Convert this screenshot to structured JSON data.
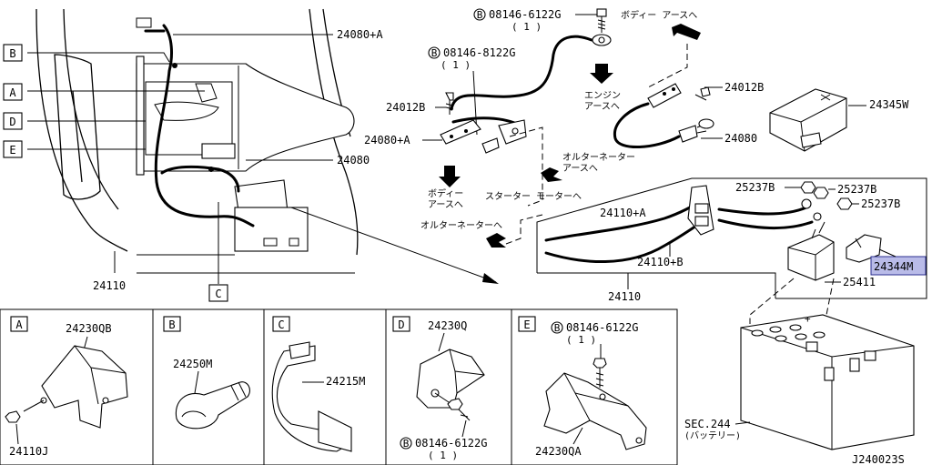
{
  "diagram_code": "J240023S",
  "box_letters": [
    "A",
    "B",
    "C",
    "D",
    "E"
  ],
  "parts": {
    "p24080a_top": "24080+A",
    "p24080": "24080",
    "p24110_left": "24110",
    "bolt_top": "08146-6122G",
    "bolt_top_qty": "( 1 )",
    "bolt_mid": "08146-8122G",
    "bolt_mid_qty": "( 1 )",
    "p24012b_left": "24012B",
    "p24080a_mid": "24080+A",
    "p24012b_right": "24012B",
    "p24080_right": "24080",
    "p24345w": "24345W",
    "p25237b_1": "25237B",
    "p25237b_2": "25237B",
    "p25237b_3": "25237B",
    "p24110a": "24110+A",
    "p24110b": "24110+B",
    "p24110_mid": "24110",
    "p24344m": "24344M",
    "p25411": "25411",
    "sec244": "SEC.244",
    "sec244_jp": "(バッテリー)"
  },
  "jp_notes": {
    "body_earth_top": "ボディー アースへ",
    "engine_earth_1": "エンジン",
    "engine_earth_2": "アースへ",
    "alternator_1": "オルターネーター",
    "alternator_2": "アースへ",
    "body_earth_mid_1": "ボディー",
    "body_earth_mid_2": "アースへ",
    "starter": "スターター モーターへ",
    "alternator_left": "オルターネーターへ"
  },
  "detail_panels": [
    {
      "letter": "A",
      "part": "24230QB",
      "part2": "24110J"
    },
    {
      "letter": "B",
      "part": "24250M"
    },
    {
      "letter": "C",
      "part": "24215M"
    },
    {
      "letter": "D",
      "part": "24230Q",
      "bolt": "08146-6122G",
      "bolt_qty": "( 1 )"
    },
    {
      "letter": "E",
      "bolt": "08146-6122G",
      "bolt_qty": "( 1 )",
      "part": "24230QA"
    }
  ],
  "colors": {
    "line": "#000000",
    "selection_fill": "#b9bbe8",
    "selection_border": "#2b2f8f"
  },
  "icons": [
    "bolt-symbol-icon",
    "arrow-icon"
  ]
}
